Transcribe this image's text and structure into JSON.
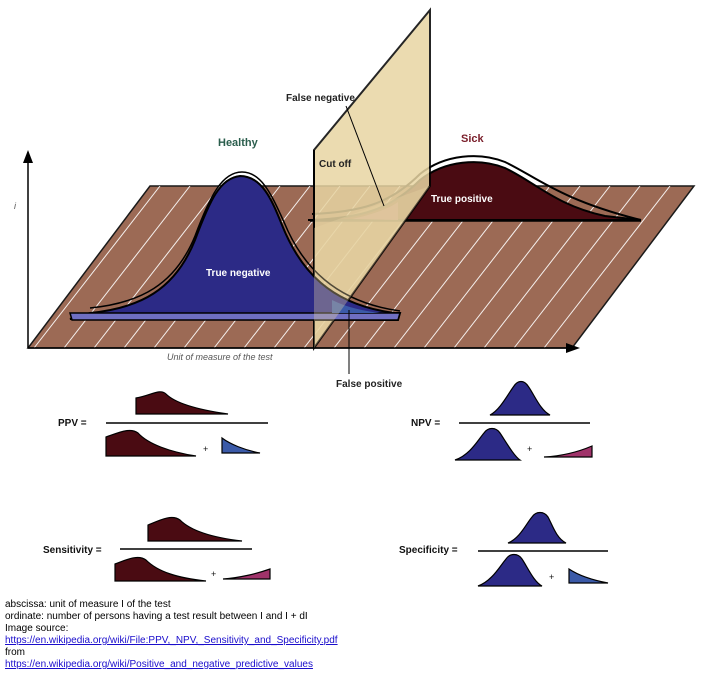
{
  "labels": {
    "healthy": "Healthy",
    "sick": "Sick",
    "cut_off": "Cut off",
    "false_negative": "False negative",
    "false_positive": "False positive",
    "true_negative": "True negative",
    "true_positive": "True positive",
    "x_axis": "Unit of measure of the test",
    "y_axis": "i"
  },
  "formulas": {
    "ppv": "PPV =",
    "npv": "NPV =",
    "sensitivity": "Sensitivity =",
    "specificity": "Specificity =",
    "plus": "+"
  },
  "caption": {
    "abscissa": "abscissa: unit of measure I of the test",
    "ordinate": "ordinate: number of persons having a test result between I and I + dI",
    "image_source_label": "Image source:",
    "image_source_url": "https://en.wikipedia.org/wiki/File:PPV,_NPV,_Sensitivity_and_Specificity.pdf",
    "from_label": "from",
    "from_url": "https://en.wikipedia.org/wiki/Positive_and_negative_predictive_values"
  },
  "colors": {
    "floor": "#9c6a55",
    "healthy_fill": "#2c2a86",
    "sick_fill": "#4a0b12",
    "cutoff_plane": "#e8d5a3",
    "false_negative_fill": "#a0336a",
    "false_positive_fill": "#3b5aa8"
  }
}
